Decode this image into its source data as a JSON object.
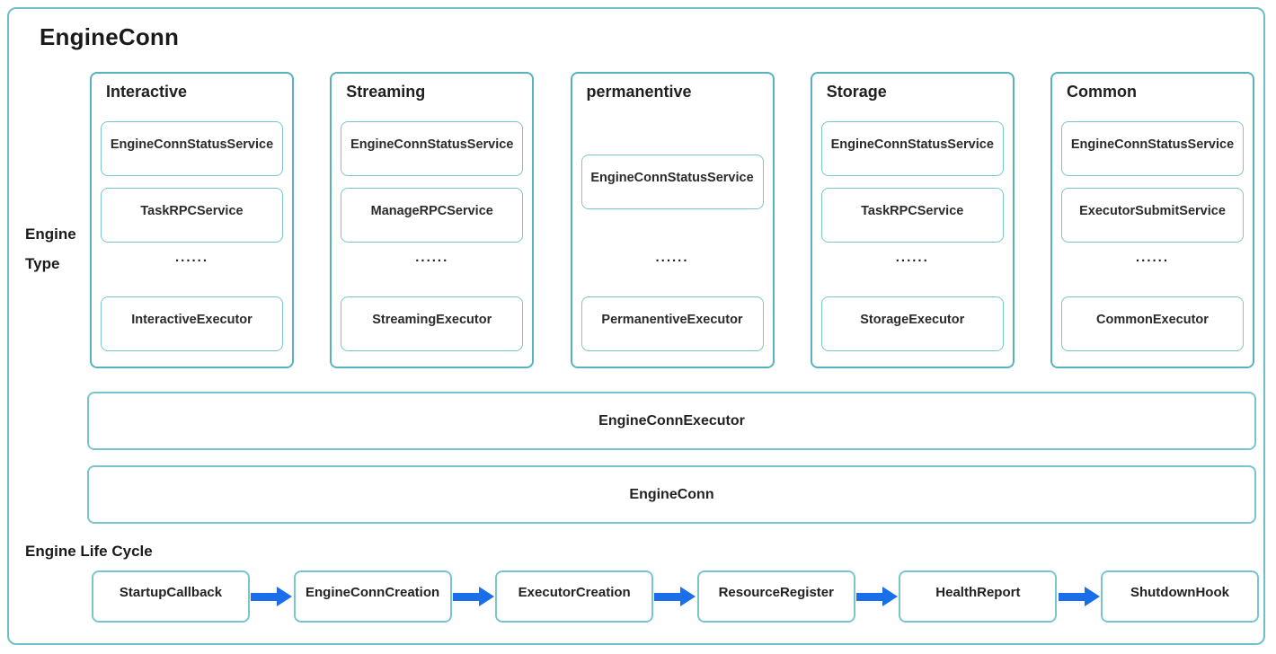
{
  "title": "EngineConn",
  "labels": {
    "engine_type_line1": "Engine",
    "engine_type_line2": "Type",
    "life_cycle": "Engine Life Cycle"
  },
  "columns": [
    {
      "title": "Interactive",
      "service1": "EngineConnStatusService",
      "service2": "TaskRPCService",
      "dots": "......",
      "executor": "InteractiveExecutor"
    },
    {
      "title": "Streaming",
      "service1": "EngineConnStatusService",
      "service2": "ManageRPCService",
      "dots": "......",
      "executor": "StreamingExecutor"
    },
    {
      "title": "permanentive",
      "service1": "EngineConnStatusService",
      "dots": "......",
      "executor": "PermanentiveExecutor"
    },
    {
      "title": "Storage",
      "service1": "EngineConnStatusService",
      "service2": "TaskRPCService",
      "dots": "......",
      "executor": "StorageExecutor"
    },
    {
      "title": "Common",
      "service1": "EngineConnStatusService",
      "service2": "ExecutorSubmitService",
      "dots": "......",
      "executor": "CommonExecutor"
    }
  ],
  "bars": {
    "executor_bar": "EngineConnExecutor",
    "engineconn_bar": "EngineConn"
  },
  "lifecycle": {
    "steps": [
      "StartupCallback",
      "EngineConnCreation",
      "ExecutorCreation",
      "ResourceRegister",
      "HealthReport",
      "ShutdownHook"
    ]
  },
  "colors": {
    "outer_border": "#6ebfc8",
    "column_border": "#58b2bd",
    "box_border": "#79c5cc",
    "arrow_blue": "#1a6fe8",
    "text": "#262626"
  }
}
